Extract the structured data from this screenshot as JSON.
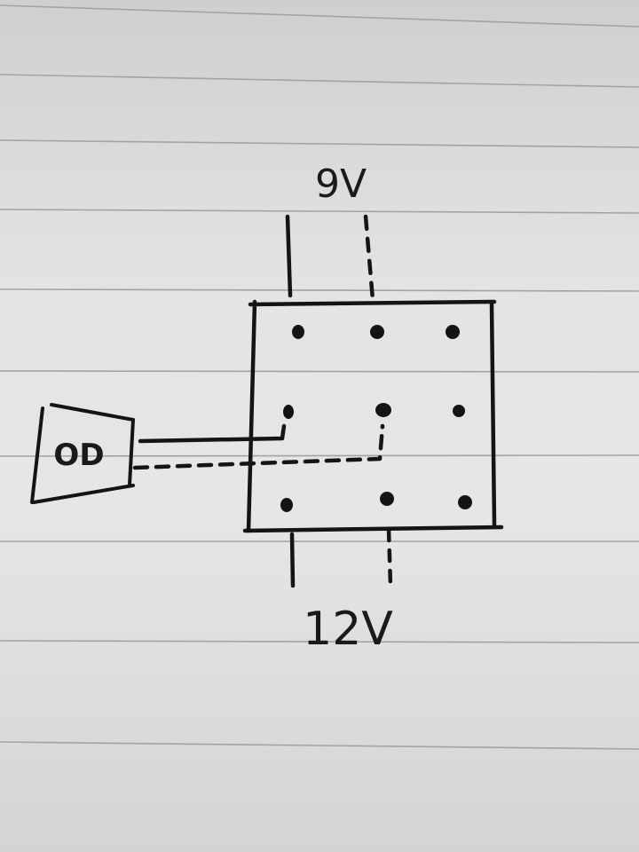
{
  "diagram": {
    "label_top": "9V",
    "label_bottom": "12V",
    "connector_label": "OD",
    "ink_color": "#141414",
    "paper_line_color": "#9a9a9a"
  }
}
